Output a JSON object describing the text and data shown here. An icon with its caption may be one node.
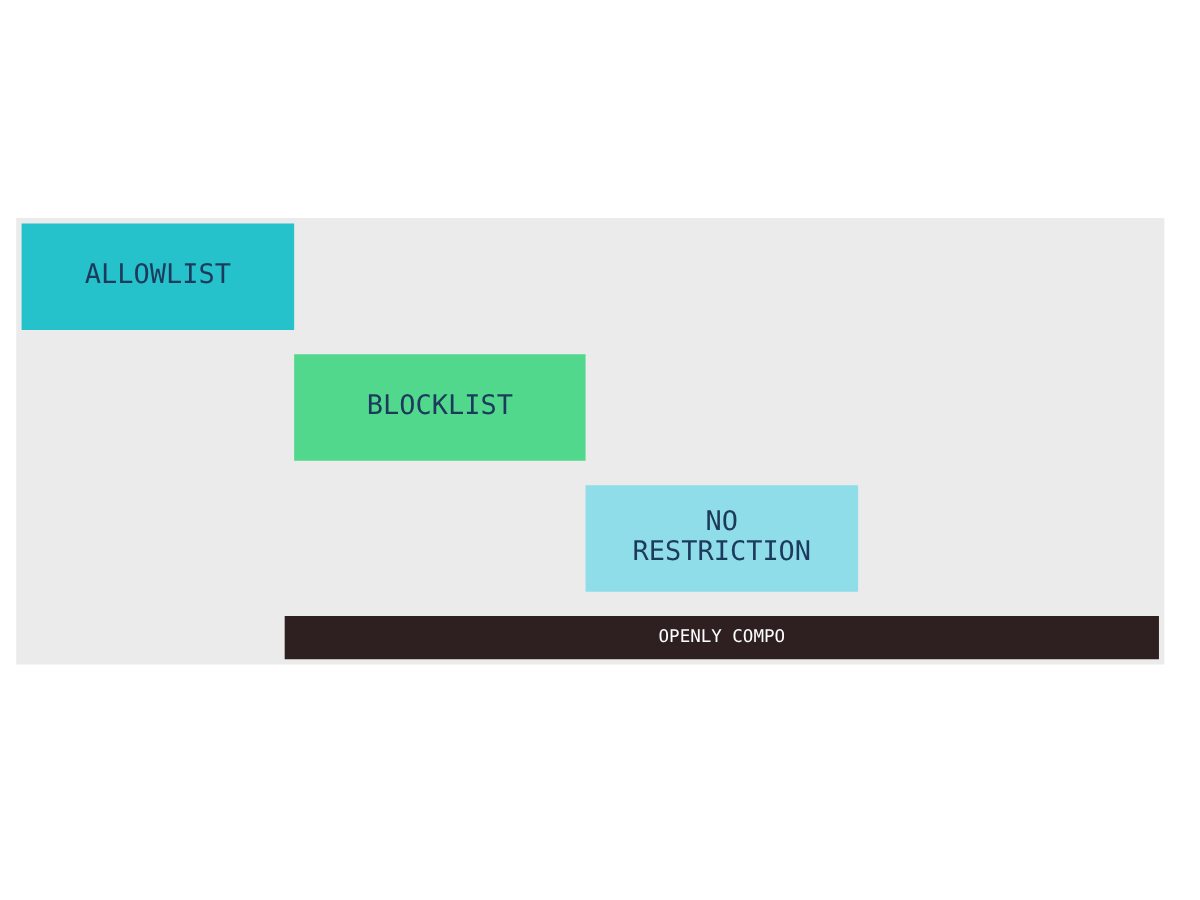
{
  "diagram": {
    "nodes": [
      {
        "text": [
          "ALLOWLIST"
        ]
      },
      {
        "text": [
          "BLOCKLIST"
        ]
      },
      {
        "text": [
          "NO RESTRICTION"
        ]
      },
      {
        "text": [
          "OPENLY COMPO"
        ]
      }
    ]
  }
}
